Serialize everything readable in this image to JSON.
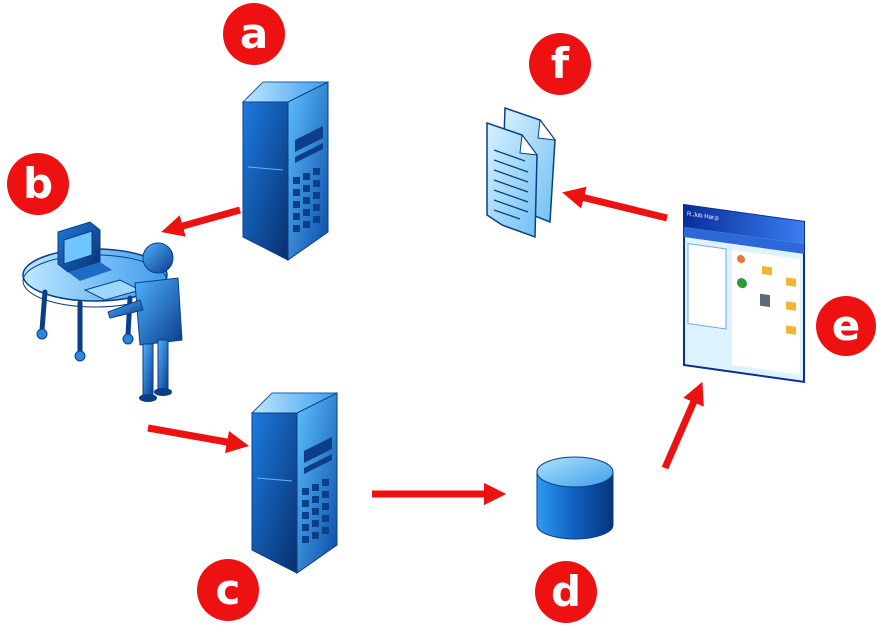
{
  "labels": {
    "a": "a",
    "b": "b",
    "c": "c",
    "d": "d",
    "e": "e",
    "f": "f"
  },
  "window": {
    "title": "R.Job Har.p"
  },
  "colors": {
    "badge": "#ee1111",
    "arrow": "#ee1111",
    "icon_dark": "#0a3f8a",
    "icon_mid": "#1f77d6",
    "icon_light": "#7fd0ff"
  },
  "icons": {
    "server_top": "server-icon",
    "workstation": "user-at-computer-icon",
    "server_bottom": "server-icon",
    "database": "database-cylinder-icon",
    "window": "application-window-icon",
    "documents": "documents-icon"
  }
}
